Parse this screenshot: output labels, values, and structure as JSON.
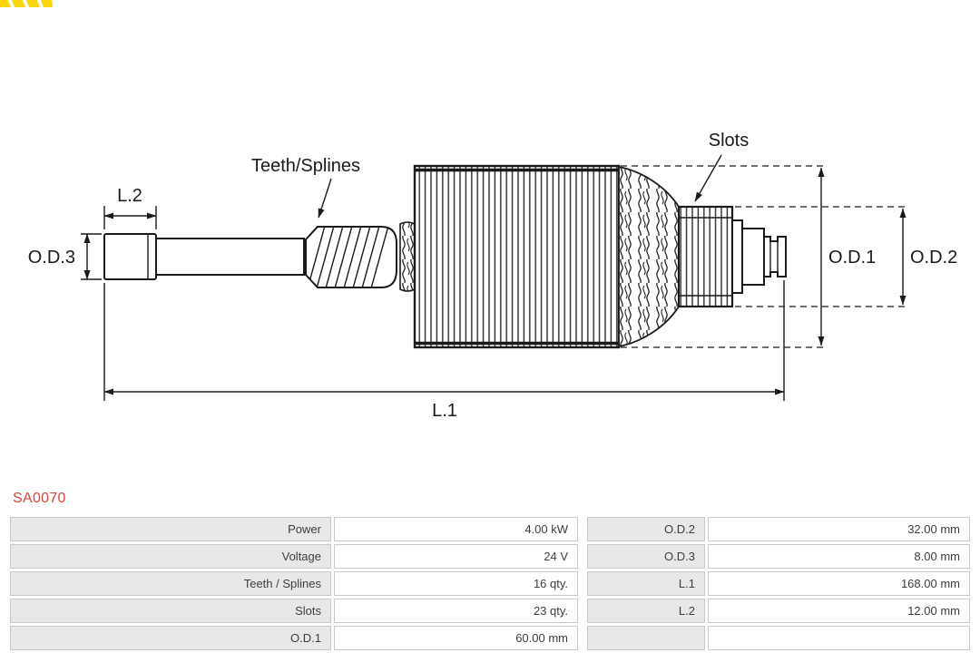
{
  "diagram": {
    "labels": {
      "teeth_splines": "Teeth/Splines",
      "slots": "Slots",
      "l1": "L.1",
      "l2": "L.2",
      "od1": "O.D.1",
      "od2": "O.D.2",
      "od3": "O.D.3"
    }
  },
  "part": {
    "number": "SA0070"
  },
  "colors": {
    "part_number": "#d9453a",
    "label_cell_bg": "#e8e8e8",
    "cell_border": "#c9c9c9",
    "diagram_stroke": "#1a1a1a",
    "logo_yellow": "#ffd60a"
  },
  "specs": {
    "left": [
      {
        "label": "Power",
        "value": "4.00 kW"
      },
      {
        "label": "Voltage",
        "value": "24 V"
      },
      {
        "label": "Teeth / Splines",
        "value": "16 qty."
      },
      {
        "label": "Slots",
        "value": "23 qty."
      },
      {
        "label": "O.D.1",
        "value": "60.00 mm"
      }
    ],
    "right": [
      {
        "label": "O.D.2",
        "value": "32.00 mm"
      },
      {
        "label": "O.D.3",
        "value": "8.00 mm"
      },
      {
        "label": "L.1",
        "value": "168.00 mm"
      },
      {
        "label": "L.2",
        "value": "12.00 mm"
      },
      {
        "label": "",
        "value": ""
      }
    ]
  }
}
